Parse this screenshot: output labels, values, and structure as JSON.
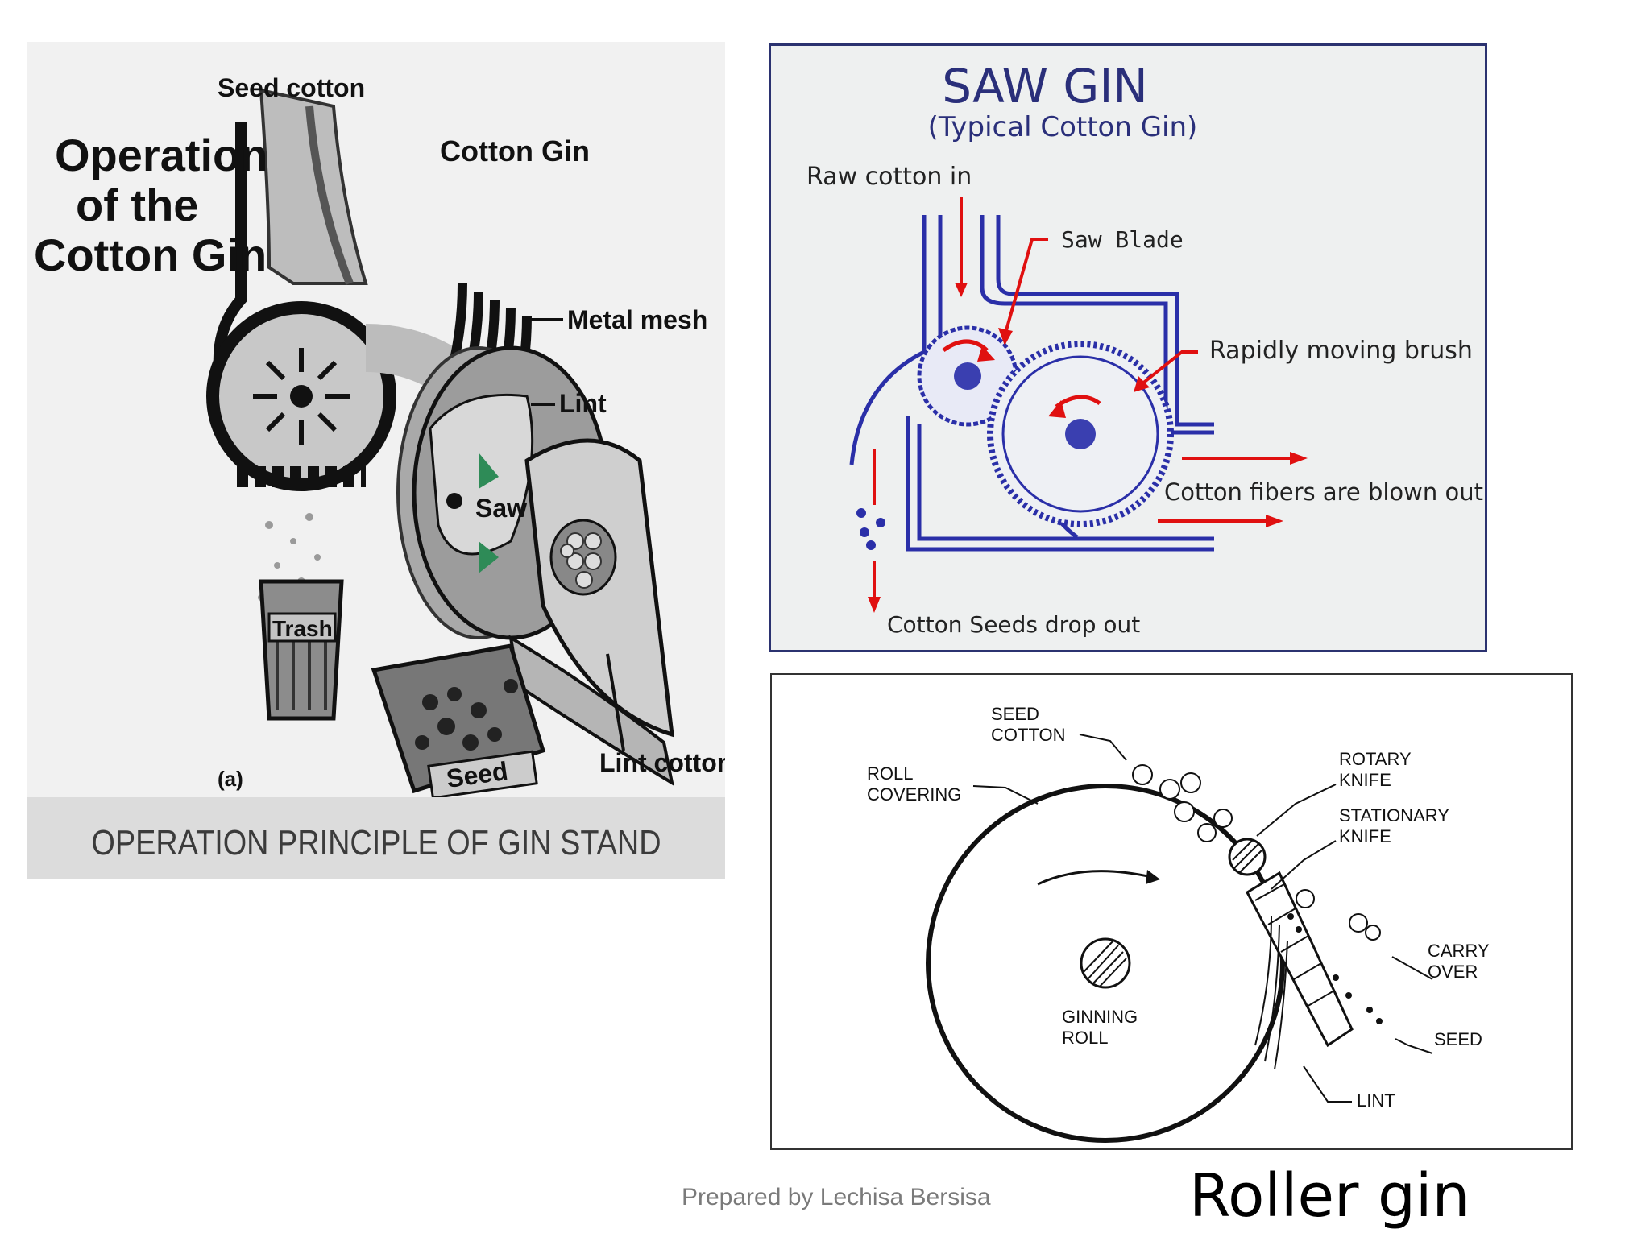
{
  "left_diagram": {
    "title_line1": "Operation",
    "title_line2": "of the",
    "title_line3": "Cotton Gin",
    "label_seed_cotton": "Seed cotton",
    "label_cotton_gin": "Cotton Gin",
    "label_metal_mesh": "Metal mesh",
    "label_lint": "Lint",
    "label_saw": "Saw",
    "label_trash": "Trash",
    "label_seed": "Seed",
    "label_lint_cotton": "Lint cotton",
    "label_a": "(a)",
    "caption": "OPERATION PRINCIPLE OF GIN STAND"
  },
  "saw_gin": {
    "title": "SAW GIN",
    "subtitle": "(Typical Cotton Gin)",
    "label_raw_cotton": "Raw cotton in",
    "label_saw_blade": "Saw Blade",
    "label_brush": "Rapidly moving brush",
    "label_fibers": "Cotton fibers are blown out",
    "label_seeds": "Cotton Seeds drop out",
    "colors": {
      "frame": "#2a2fa8",
      "arrow": "#e01010",
      "border": "#2b3270"
    }
  },
  "roller_gin": {
    "label_seed_cotton_1": "SEED",
    "label_seed_cotton_2": "COTTON",
    "label_roll_covering_1": "ROLL",
    "label_roll_covering_2": "COVERING",
    "label_rotary_knife_1": "ROTARY",
    "label_rotary_knife_2": "KNIFE",
    "label_stationary_knife_1": "STATIONARY",
    "label_stationary_knife_2": "KNIFE",
    "label_carry_over_1": "CARRY",
    "label_carry_over_2": "OVER",
    "label_seed": "SEED",
    "label_lint": "LINT",
    "label_ginning_roll_1": "GINNING",
    "label_ginning_roll_2": "ROLL"
  },
  "footer_credit": "Prepared by Lechisa Bersisa",
  "roller_title": "Roller gin"
}
